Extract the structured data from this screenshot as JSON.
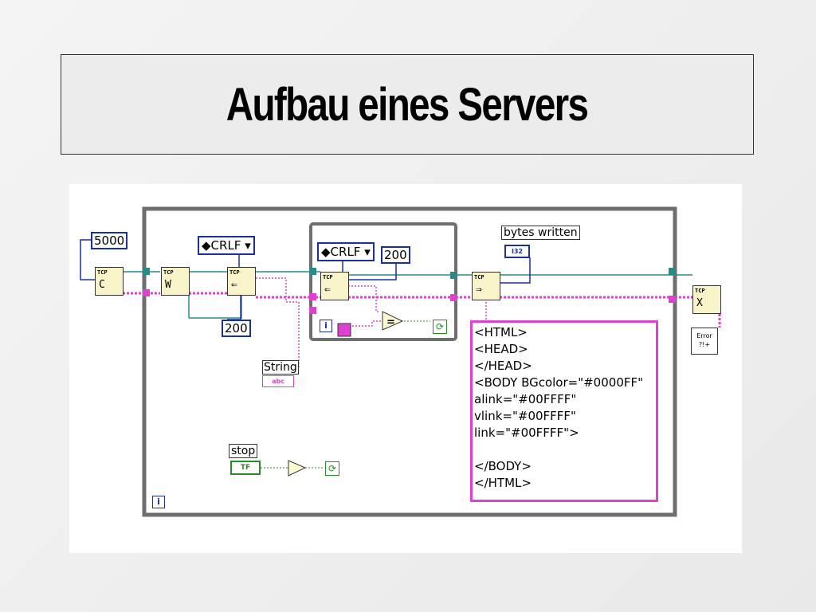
{
  "slide": {
    "title": "Aufbau eines Servers"
  },
  "diagram": {
    "constants": {
      "port": "5000",
      "code_a": "200",
      "code_b": "200"
    },
    "enums": {
      "crlf_a": "CRLF",
      "crlf_b": "CRLF"
    },
    "labels": {
      "string": "String",
      "bytes_written": "bytes written",
      "stop": "stop"
    },
    "terminals": {
      "string_type": "abc",
      "i32_type": "I32",
      "bool_type": "TF",
      "error_handler": "Error ?!+"
    },
    "tcp_nodes": {
      "header": "TCP",
      "listen": "C",
      "wait": "W"
    },
    "html_text": [
      "<HTML>",
      "<HEAD>",
      "</HEAD>",
      "<BODY BGcolor=\"#0000FF\"",
      "alink=\"#00FFFF\"",
      "vlink=\"#00FFFF\"",
      "link=\"#00FFFF\">",
      "",
      "</BODY>",
      "</HTML>"
    ],
    "iteration_label": "i",
    "colors": {
      "loop_frame": "#6e6e6e",
      "wire_teal": "#2a8a8a",
      "wire_blue": "#1c2fa0",
      "wire_pink": "#e040d0",
      "wire_green": "#2a8a2a"
    }
  }
}
